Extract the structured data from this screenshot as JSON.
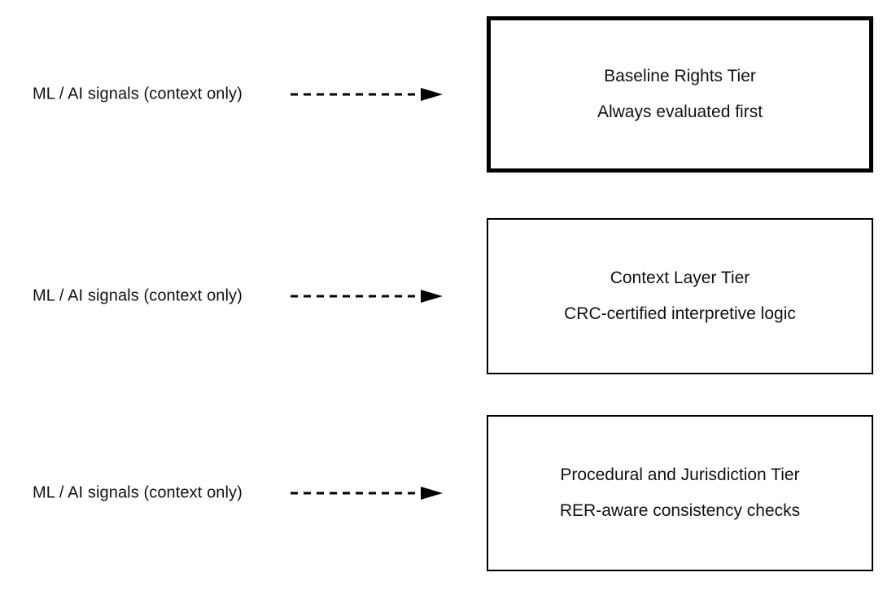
{
  "page": {
    "background_color": "#ffffff",
    "text_color": "#111111",
    "line_color": "#000000"
  },
  "rows": [
    {
      "source_label": "ML / AI signals (context only)",
      "arrow": "dashed-right-arrow",
      "box": {
        "title": "Baseline Rights Tier",
        "subtitle": "Always evaluated first",
        "emphasized": true
      }
    },
    {
      "source_label": "ML / AI signals (context only)",
      "arrow": "dashed-right-arrow",
      "box": {
        "title": "Context Layer Tier",
        "subtitle": "CRC-certified interpretive logic",
        "emphasized": false
      }
    },
    {
      "source_label": "ML / AI signals (context only)",
      "arrow": "dashed-right-arrow",
      "box": {
        "title": "Procedural and Jurisdiction Tier",
        "subtitle": "RER-aware consistency checks",
        "emphasized": false
      }
    }
  ]
}
